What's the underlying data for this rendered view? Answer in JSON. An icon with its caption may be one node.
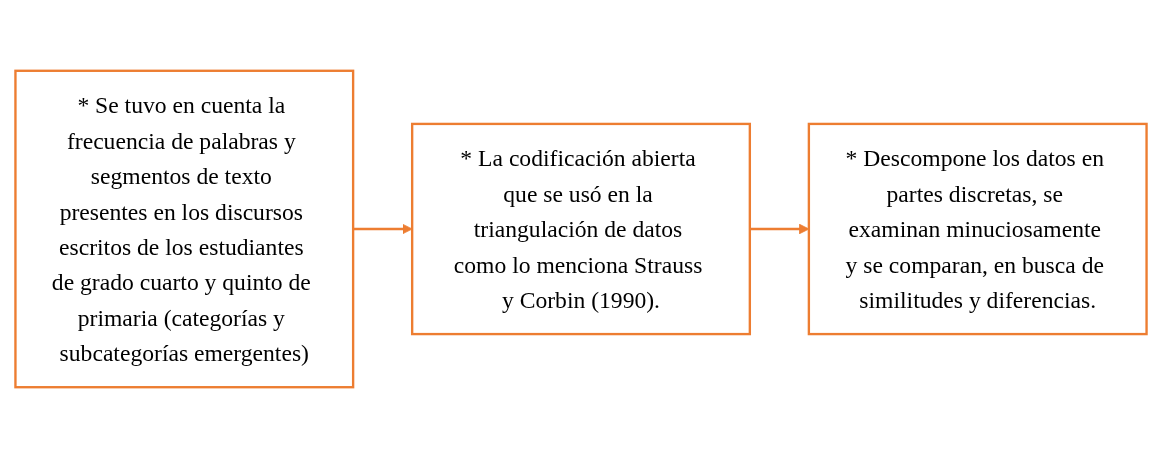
{
  "diagram": {
    "nodes": [
      {
        "text": [
          "* Se tuvo en cuenta la frecuencia de palabras y segmentos de texto presentes en los discursos escritos de los estudiantes de grado cuarto y quinto de primaria (categorías y subcategorías emergentes)"
        ]
      },
      {
        "text": [
          "* La codificación abierta que se usó en la triangulación de datos como lo menciona Strauss y Corbin (1990)."
        ]
      },
      {
        "text": [
          "* Descompone los datos en partes discretas, se examinan minuciosamente y se comparan, en busca de similitudes y diferencias."
        ]
      }
    ],
    "edges": [
      {
        "from": 0,
        "to": 1,
        "arrow": "to"
      },
      {
        "from": 1,
        "to": 2,
        "arrow": "to"
      }
    ]
  }
}
